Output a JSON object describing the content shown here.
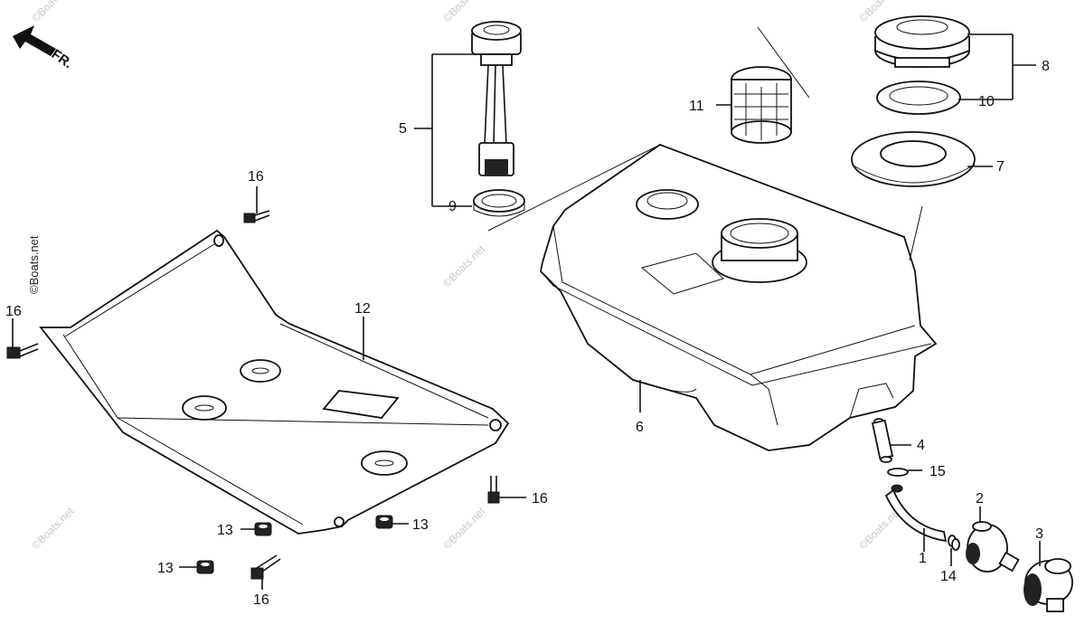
{
  "diagram": {
    "direction_label": "FR.",
    "watermark_text": "©Boats.net",
    "side_watermark_text": "©Boats.net",
    "callouts": [
      {
        "id": "c1",
        "label": "1"
      },
      {
        "id": "c2",
        "label": "2"
      },
      {
        "id": "c3",
        "label": "3"
      },
      {
        "id": "c4",
        "label": "4"
      },
      {
        "id": "c5",
        "label": "5"
      },
      {
        "id": "c6",
        "label": "6"
      },
      {
        "id": "c7",
        "label": "7"
      },
      {
        "id": "c8",
        "label": "8"
      },
      {
        "id": "c9",
        "label": "9"
      },
      {
        "id": "c10",
        "label": "10"
      },
      {
        "id": "c11",
        "label": "11"
      },
      {
        "id": "c12",
        "label": "12"
      },
      {
        "id": "c13a",
        "label": "13"
      },
      {
        "id": "c13b",
        "label": "13"
      },
      {
        "id": "c13c",
        "label": "13"
      },
      {
        "id": "c14",
        "label": "14"
      },
      {
        "id": "c15",
        "label": "15"
      },
      {
        "id": "c16a",
        "label": "16"
      },
      {
        "id": "c16b",
        "label": "16"
      },
      {
        "id": "c16c",
        "label": "16"
      },
      {
        "id": "c16d",
        "label": "16"
      }
    ]
  }
}
